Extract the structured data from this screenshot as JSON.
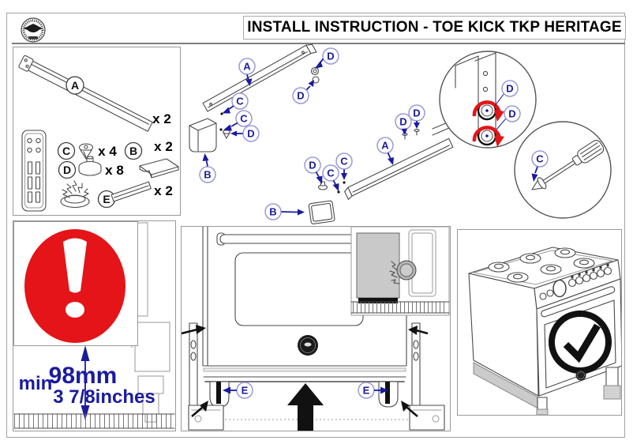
{
  "header": {
    "title": "INSTALL INSTRUCTION - TOE KICK TKP HERITAGE"
  },
  "labels": {
    "a": "A",
    "b": "B",
    "c": "C",
    "d": "D",
    "e": "E"
  },
  "parts_list": [
    {
      "label": "A",
      "qty": "x 2"
    },
    {
      "label": "C",
      "qty": "x 4"
    },
    {
      "label": "B",
      "qty": "x 2"
    },
    {
      "label": "D",
      "qty": "x 8"
    },
    {
      "label": "E",
      "qty": "x 2"
    }
  ],
  "measurement": {
    "prefix": "min",
    "metric": "98mm",
    "imperial": "3 7/8inches"
  },
  "colors": {
    "callout_blue": "#1b1b9e",
    "callout_ring": "#9a9ad6",
    "warning_red": "#e41418",
    "line_dark": "#4a4a4a",
    "line_light": "#999999"
  }
}
